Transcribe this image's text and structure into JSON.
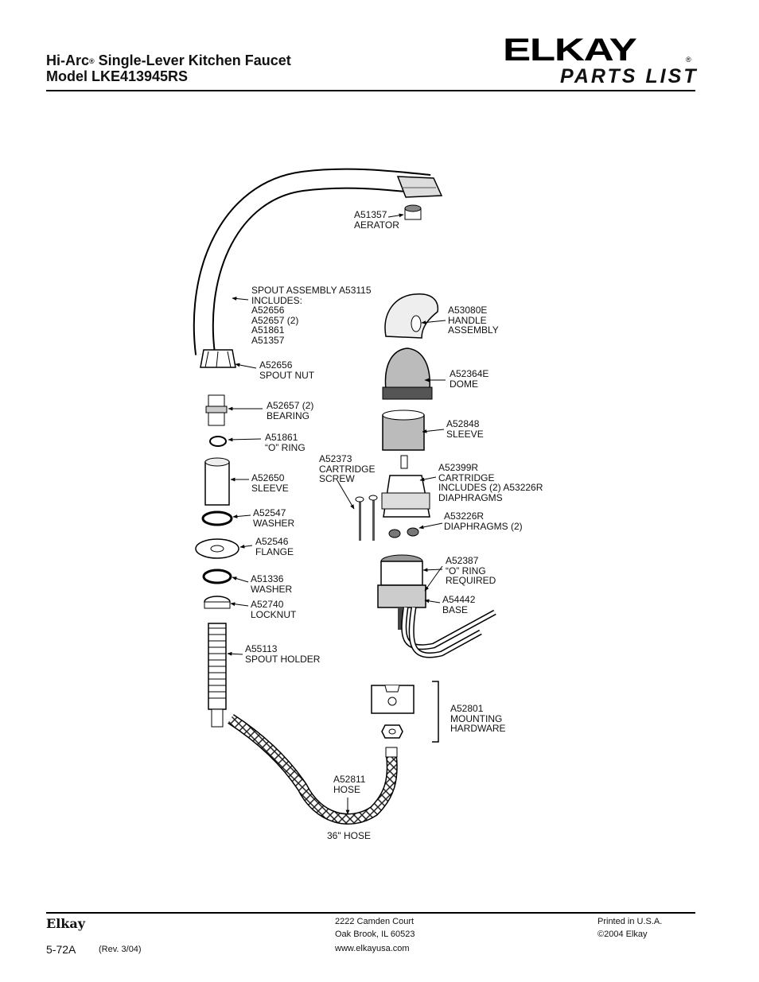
{
  "header": {
    "title_brand": "Hi-Arc",
    "title_reg": "®",
    "title_rest": " Single-Lever Kitchen Faucet",
    "model": "Model LKE413945RS",
    "logo_text": "ELKAY",
    "logo_reg": "®",
    "parts_list": "PARTS LIST"
  },
  "parts": {
    "aerator": "A51357\nAERATOR",
    "spout_assembly": "SPOUT ASSEMBLY A53115\nINCLUDES:\nA52656\nA52657 (2)\nA51861\nA51357",
    "spout_nut": "A52656\nSPOUT NUT",
    "bearing": "A52657 (2)\nBEARING",
    "o_ring": "A51861\n“O” RING",
    "sleeve_left": "A52650\nSLEEVE",
    "washer_1": "A52547\nWASHER",
    "flange": "A52546\nFLANGE",
    "washer_2": "A51336\nWASHER",
    "locknut": "A52740\nLOCKNUT",
    "spout_holder": "A55113\nSPOUT HOLDER",
    "handle": "A53080E\nHANDLE\nASSEMBLY",
    "dome": "A52364E\nDOME",
    "sleeve_right": "A52848\nSLEEVE",
    "cartridge_screw": "A52373\nCARTRIDGE\nSCREW",
    "cartridge": "A52399R\nCARTRIDGE\nINCLUDES (2) A53226R\nDIAPHRAGMS",
    "diaphragms": "A53226R\nDIAPHRAGMS (2)",
    "o_ring_required": "A52387\n“O” RING\nREQUIRED",
    "base": "A54442\nBASE",
    "mounting_hardware": "A52801\nMOUNTING\nHARDWARE",
    "hose": "A52811\nHOSE",
    "hose_length": "36\" HOSE"
  },
  "footer": {
    "brand": "Elkay",
    "doc_number": "5-72A",
    "revision": "(Rev. 3/04)",
    "address_line1": "2222 Camden Court",
    "address_line2": "Oak Brook, IL 60523",
    "website": "www.elkayusa.com",
    "printed": "Printed in U.S.A.",
    "copyright": "©2004 Elkay"
  }
}
